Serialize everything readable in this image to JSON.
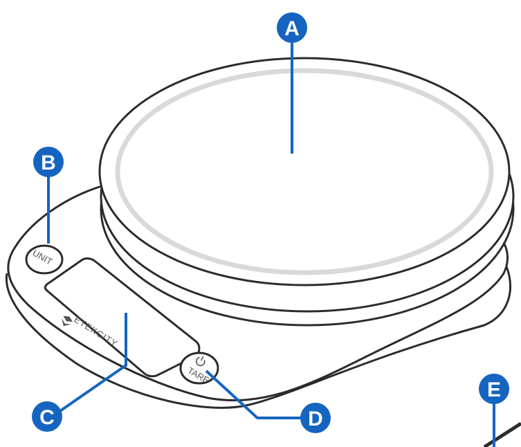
{
  "labels": {
    "a": "A",
    "b": "B",
    "c": "C",
    "d": "D",
    "e": "E"
  },
  "scale": {
    "unit_button": "UNIT",
    "tare_button": "TARE",
    "brand": "ETEKCITY"
  },
  "colors": {
    "callout": "#1565C0",
    "outline": "#2b2b2b",
    "platform_ring": "#d9d9d9"
  },
  "icons": {
    "power": "power-icon",
    "brand_logo": "etekcity-logo-icon"
  }
}
